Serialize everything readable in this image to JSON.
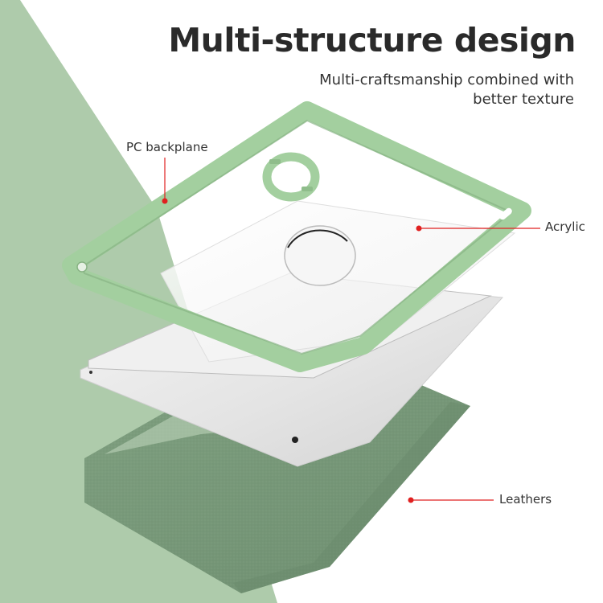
{
  "header": {
    "title": "Multi-structure design",
    "subtitle": "Multi-craftsmanship combined with better texture"
  },
  "callouts": [
    {
      "id": "pc-backplane",
      "label": "PC backplane"
    },
    {
      "id": "acrylic",
      "label": "Acrylic"
    },
    {
      "id": "leathers",
      "label": "Leathers"
    }
  ],
  "colors": {
    "background": "#ffffff",
    "green_band": "#aecbab",
    "frame_green": "#a3cf9f",
    "frame_shadow": "#88b384",
    "leather_green": "#7b9c7c",
    "leather_dark": "#6c8b6d",
    "tablet_silver": "#e9e9e9",
    "callout_red": "#e02020",
    "title_text": "#2a2a2a"
  },
  "product_parts": [
    "PC backplane frame with ring stand",
    "Acrylic clear back",
    "Tablet",
    "Leather folio cover"
  ]
}
